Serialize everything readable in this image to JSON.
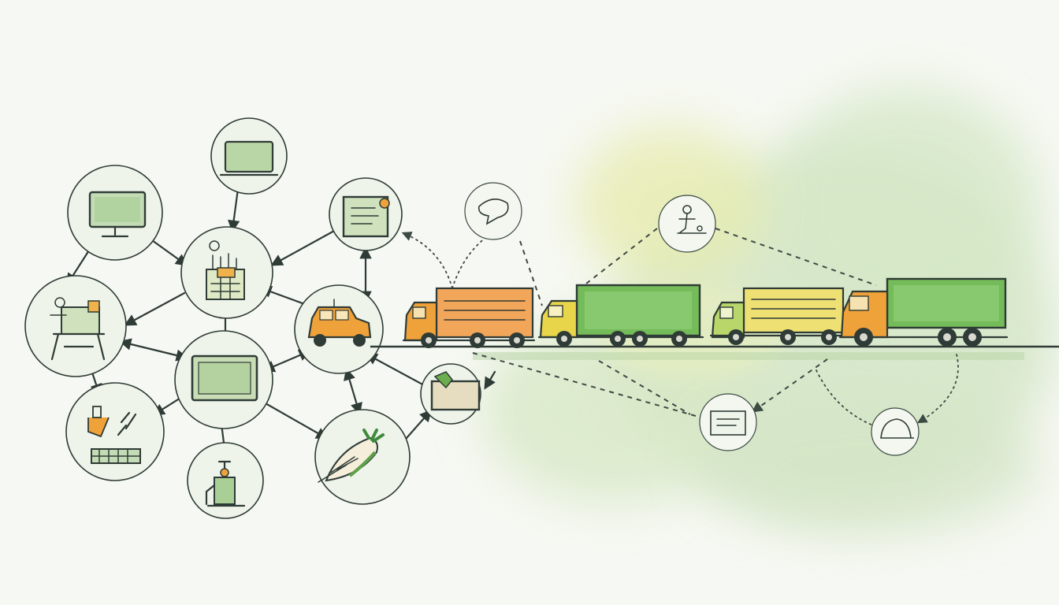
{
  "diagram": {
    "palette": {
      "background": "#f6f8f3",
      "ink": "#2f3b36",
      "green_wash": "#cfe3c0",
      "yellow_wash": "#e7ecb0",
      "cab_orange": "#f0a23a",
      "cab_yellow": "#e8d54a",
      "cargo_green": "#74bb5a",
      "cargo_orange": "#f2a65a",
      "cargo_yellow": "#eee073"
    },
    "network_nodes": [
      {
        "id": "monitor",
        "icon": "monitor-icon"
      },
      {
        "id": "laptop",
        "icon": "laptop-icon"
      },
      {
        "id": "factory",
        "icon": "factory-icon"
      },
      {
        "id": "document-alert",
        "icon": "document-alert-icon"
      },
      {
        "id": "workstation",
        "icon": "workstation-icon"
      },
      {
        "id": "screen",
        "icon": "screen-icon"
      },
      {
        "id": "car",
        "icon": "car-icon"
      },
      {
        "id": "tools-keyboard",
        "icon": "tools-keyboard-icon"
      },
      {
        "id": "robot-arm",
        "icon": "robot-arm-icon"
      },
      {
        "id": "produce",
        "icon": "produce-icon"
      },
      {
        "id": "parcel-screen",
        "icon": "parcel-screen-icon"
      }
    ],
    "trucks": [
      {
        "id": "truck-1",
        "cab_color": "#f0a23a",
        "cargo_color": "#f2a65a"
      },
      {
        "id": "truck-2",
        "cab_color": "#e8d54a",
        "cargo_color": "#74bb5a"
      },
      {
        "id": "truck-3",
        "cab_color": "#b9d66a",
        "cargo_color": "#eee073"
      },
      {
        "id": "truck-4",
        "cab_color": "#f0a23a",
        "cargo_color": "#74bb5a"
      }
    ],
    "outer_nodes": [
      {
        "id": "chat",
        "icon": "chat-bubble-icon"
      },
      {
        "id": "worker",
        "icon": "worker-icon"
      },
      {
        "id": "card",
        "icon": "card-icon"
      },
      {
        "id": "cap",
        "icon": "cap-icon"
      }
    ]
  }
}
